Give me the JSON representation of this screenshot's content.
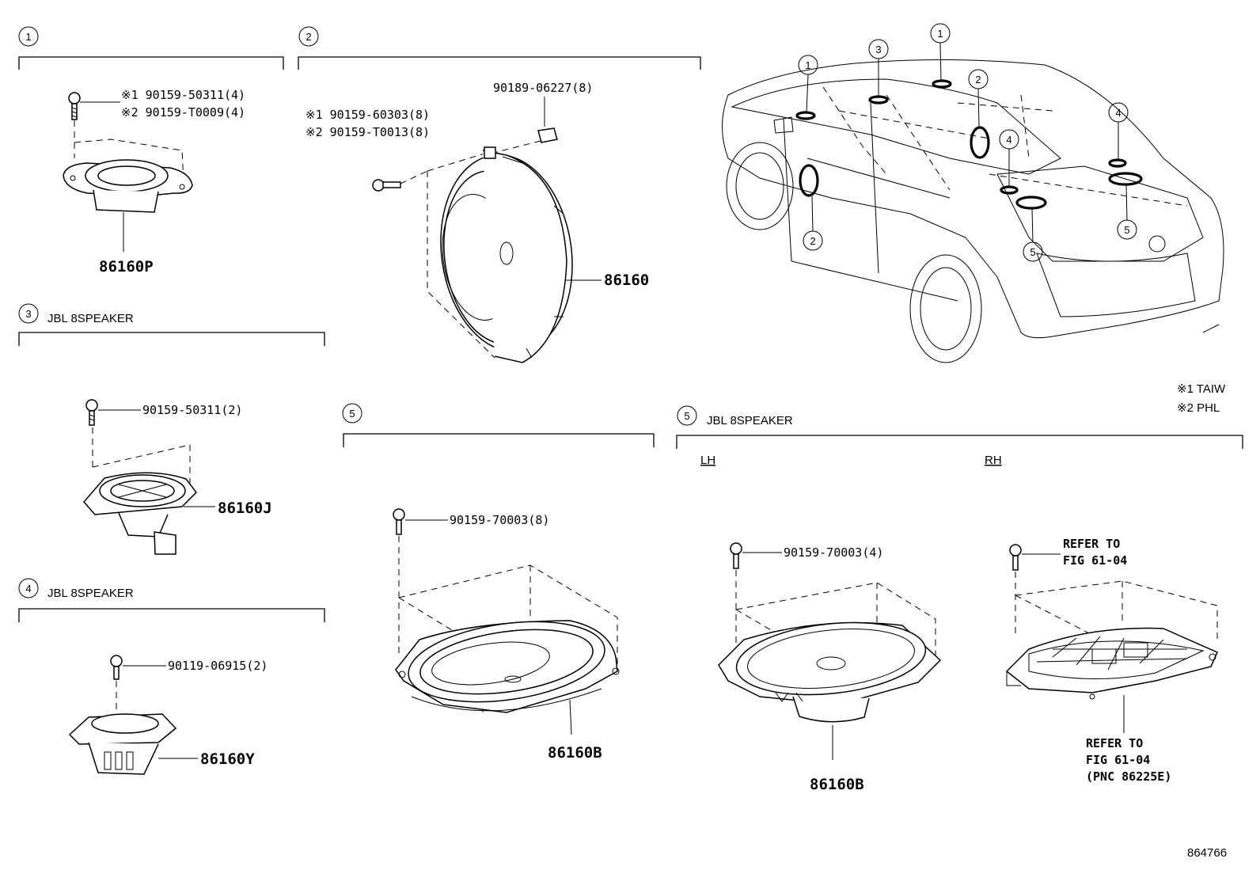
{
  "callouts": {
    "c1": "1",
    "c2": "2",
    "c3": "3",
    "c4": "4",
    "c5": "5"
  },
  "groups": {
    "g1": {
      "screw_a": "※1 90159-50311(4)",
      "screw_b": "※2 90159-T0009(4)",
      "part": "86160P"
    },
    "g2": {
      "screw_a": "※1 90159-60303(8)",
      "screw_b": "※2 90159-T0013(8)",
      "clip": "90189-06227(8)",
      "part": "86160"
    },
    "g3": {
      "caption": "JBL 8SPEAKER",
      "screw": "90159-50311(2)",
      "part": "86160J"
    },
    "g4": {
      "caption": "JBL 8SPEAKER",
      "screw": "90119-06915(2)",
      "part": "86160Y"
    },
    "g5": {
      "screw": "90159-70003(8)",
      "part": "86160B"
    },
    "g5jbl": {
      "caption": "JBL 8SPEAKER",
      "lh": "LH",
      "rh": "RH",
      "lh_screw": "90159-70003(4)",
      "lh_part": "86160B",
      "rh_ref_screw_1": "REFER TO",
      "rh_ref_screw_2": "FIG 61-04",
      "rh_ref_part_1": "REFER TO",
      "rh_ref_part_2": "FIG 61-04",
      "rh_ref_part_3": "(PNC 86225E)"
    }
  },
  "legend": {
    "note1": "※1 TAIW",
    "note2": "※2 PHL"
  },
  "diagram_id": "864766"
}
